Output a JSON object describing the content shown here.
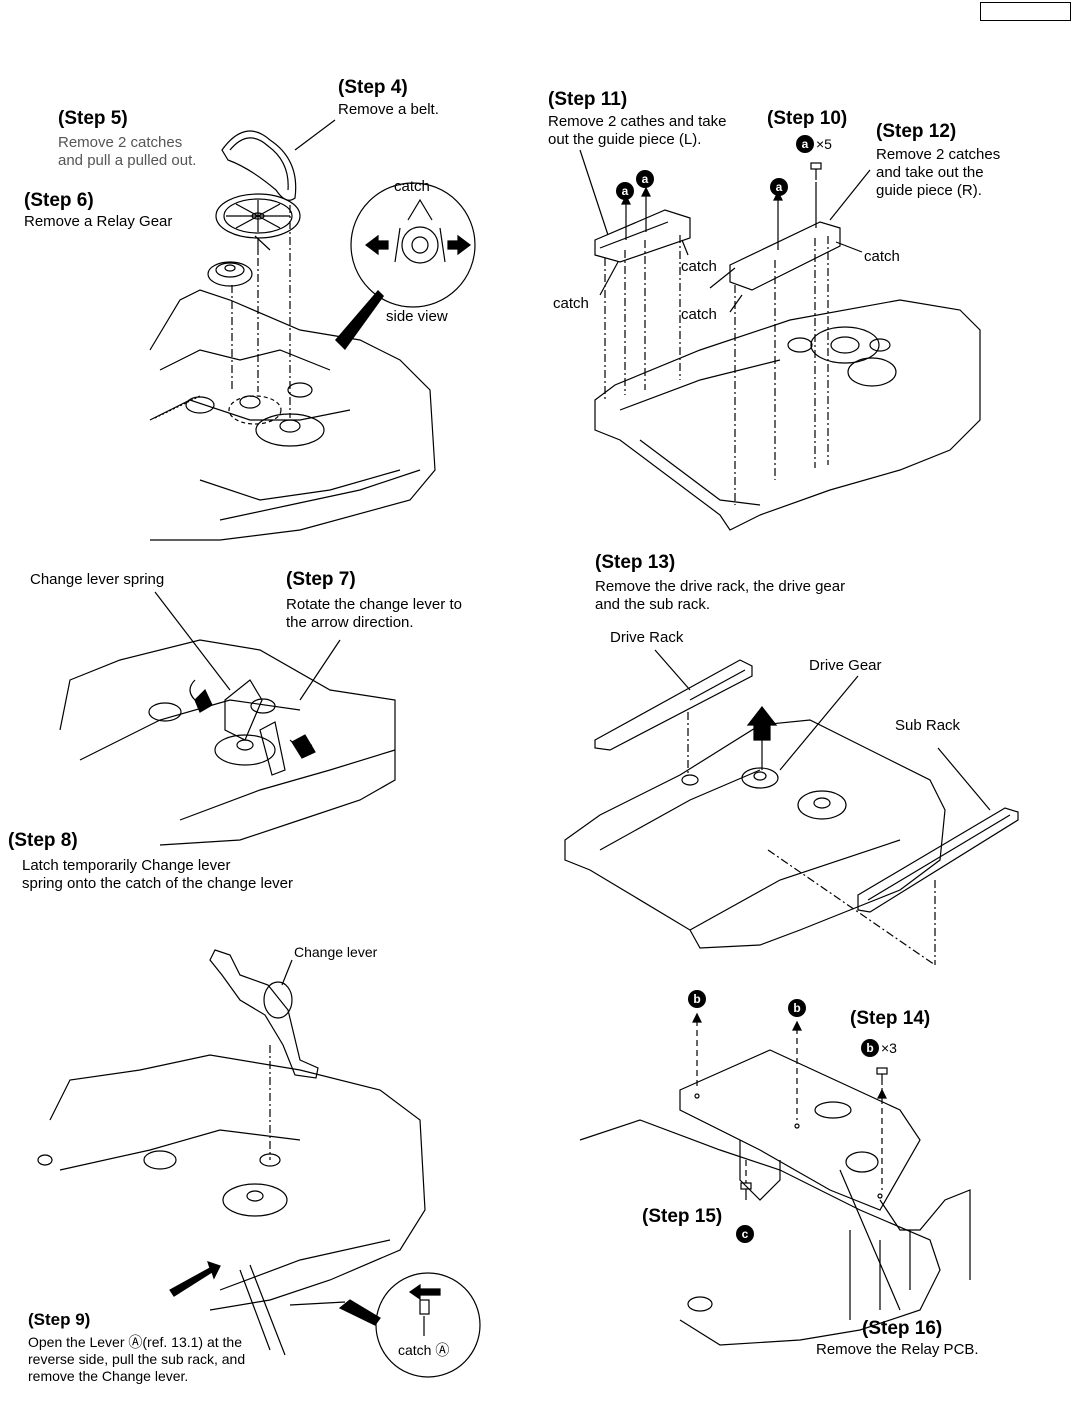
{
  "steps": {
    "s4": {
      "title": "(Step 4)",
      "text": "Remove a belt."
    },
    "s5": {
      "title": "(Step 5)",
      "text": "Remove 2 catches\nand pull a pulled out."
    },
    "s6": {
      "title": "(Step 6)",
      "text": "Remove a Relay Gear"
    },
    "s7": {
      "title": "(Step 7)",
      "text": "Rotate the change lever to\nthe arrow direction."
    },
    "s8": {
      "title": "(Step 8)",
      "text": "Latch temporarily Change lever\nspring onto the catch of the change lever"
    },
    "s9": {
      "title": "(Step 9)",
      "text": "Open the Lever Ⓐ(ref. 13.1) at the\nreverse side, pull the sub rack, and\nremove the Change lever."
    },
    "s10": {
      "title": "(Step 10)",
      "text": ""
    },
    "s11": {
      "title": "(Step 11)",
      "text": "Remove 2 cathes and take\nout the guide piece (L)."
    },
    "s12": {
      "title": "(Step 12)",
      "text": "Remove 2 catches\nand take out the\nguide piece (R)."
    },
    "s13": {
      "title": "(Step 13)",
      "text": "Remove the drive rack, the drive gear\nand the sub rack."
    },
    "s14": {
      "title": "(Step 14)",
      "text": ""
    },
    "s15": {
      "title": "(Step 15)",
      "text": ""
    },
    "s16": {
      "title": "(Step 16)",
      "text": "Remove the Relay PCB."
    }
  },
  "labels": {
    "catch": "catch",
    "side_view": "side view",
    "change_lever_spring": "Change lever spring",
    "change_lever": "Change lever",
    "drive_rack": "Drive Rack",
    "drive_gear": "Drive Gear",
    "sub_rack": "Sub Rack",
    "catch_a": "catch Ⓐ",
    "screw_a": "a",
    "screw_b": "b",
    "screw_c": "c",
    "times5": "×5",
    "times3": "×3"
  }
}
